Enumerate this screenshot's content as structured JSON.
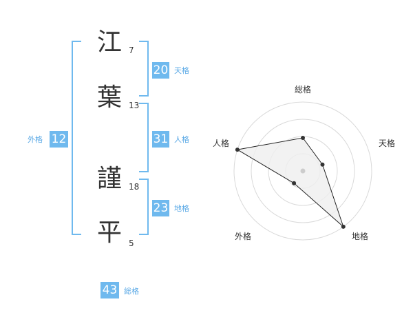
{
  "name": {
    "chars": [
      {
        "char": "江",
        "strokes": "7"
      },
      {
        "char": "葉",
        "strokes": "13"
      },
      {
        "char": "謹",
        "strokes": "18"
      },
      {
        "char": "平",
        "strokes": "5"
      }
    ]
  },
  "scores": {
    "tenkaku": {
      "value": "20",
      "label": "天格"
    },
    "jinkaku": {
      "value": "31",
      "label": "人格"
    },
    "chikaku": {
      "value": "23",
      "label": "地格"
    },
    "gaikaku": {
      "value": "12",
      "label": "外格"
    },
    "soukaku": {
      "value": "43",
      "label": "総格"
    }
  },
  "chart_data": {
    "type": "radar",
    "axes": [
      "総格",
      "天格",
      "地格",
      "外格",
      "人格"
    ],
    "values": [
      0.48,
      0.3,
      1.0,
      0.22,
      1.0
    ],
    "rings": 4,
    "colors": {
      "fill": "#efefef",
      "line": "#222222",
      "ring": "#d9d9d9",
      "point": "#333333",
      "center": "#cccccc"
    }
  },
  "colors": {
    "accent": "#6fb9ee",
    "label": "#5aa9e6",
    "text": "#333333"
  }
}
